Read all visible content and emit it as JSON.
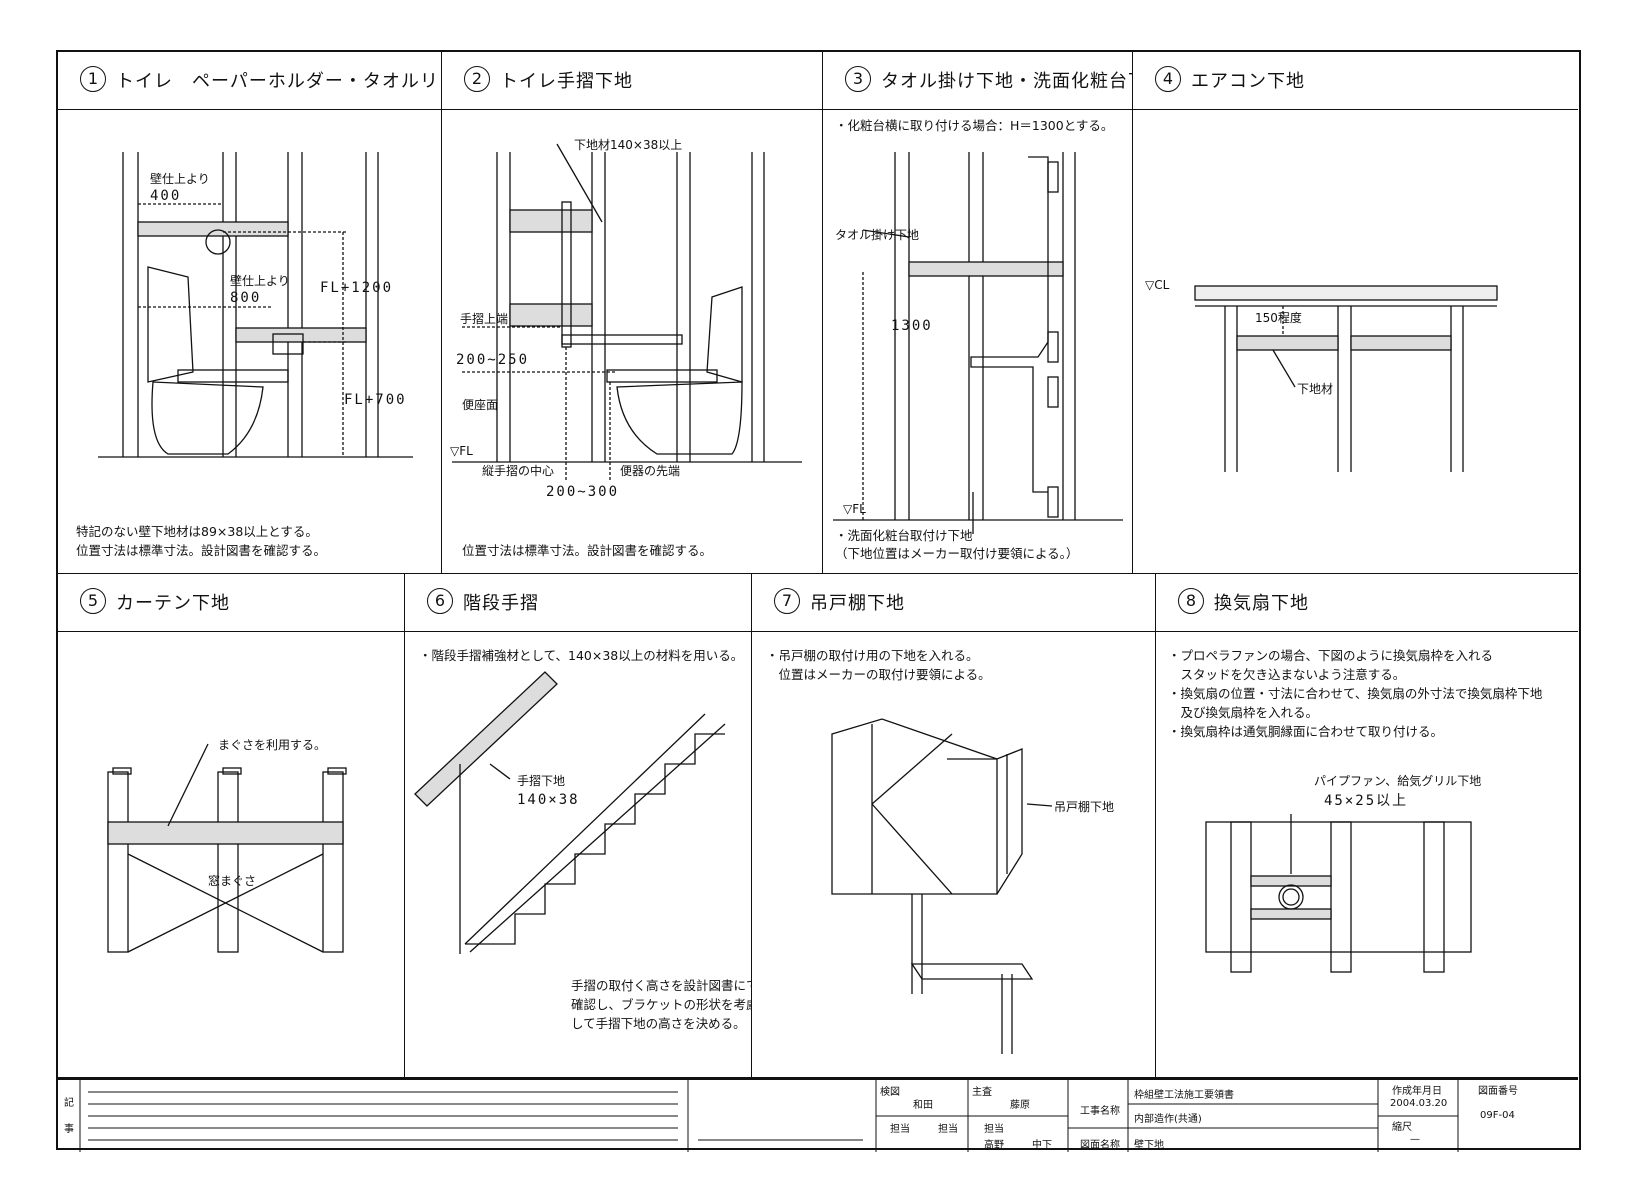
{
  "panels": [
    {
      "num": "1",
      "title": "トイレ　ペーパーホルダー・タオルリング下地",
      "notes": [
        "特記のない壁下地材は89×38以上とする。",
        "位置寸法は標準寸法。設計図書を確認する。"
      ],
      "labels": {
        "wall1": "壁仕上より",
        "d400": "400",
        "wall2": "壁仕上より",
        "d800": "800",
        "fl1200": "FL+1200",
        "fl700": "FL+700"
      }
    },
    {
      "num": "2",
      "title": "トイレ手摺下地",
      "notes": [
        "位置寸法は標準寸法。設計図書を確認する。"
      ],
      "labels": {
        "board": "下地材140×38以上",
        "top": "手摺上端",
        "d200250": "200~250",
        "seat": "便座面",
        "fl": "▽FL",
        "center": "縦手摺の中心",
        "tip": "便器の先端",
        "d200300": "200~300"
      }
    },
    {
      "num": "3",
      "title": "タオル掛け下地・洗面化粧台下地",
      "notes": [
        "・化粧台横に取り付ける場合：H＝1300とする。"
      ],
      "labels": {
        "towel": "タオル掛け下地",
        "d1300": "1300",
        "fl": "▽FL",
        "vanity": "・洗面化粧台取付け下地",
        "vanity2": "（下地位置はメーカー取付け要領による。）"
      }
    },
    {
      "num": "4",
      "title": "エアコン下地",
      "labels": {
        "cl": "▽CL",
        "d150": "150程度",
        "base": "下地材"
      }
    },
    {
      "num": "5",
      "title": "カーテン下地",
      "labels": {
        "magusa": "まぐさを利用する。",
        "window": "窓まぐさ"
      }
    },
    {
      "num": "6",
      "title": "階段手摺",
      "notes": [
        "・階段手摺補強材として、140×38以上の材料を用いる。"
      ],
      "labels": {
        "base": "手摺下地",
        "size": "140×38",
        "n1": "手摺の取付く高さを設計図書にて",
        "n2": "確認し、ブラケットの形状を考慮",
        "n3": "して手摺下地の高さを決める。"
      }
    },
    {
      "num": "7",
      "title": "吊戸棚下地",
      "notes": [
        "・吊戸棚の取付け用の下地を入れる。",
        "　位置はメーカーの取付け要領による。"
      ],
      "labels": {
        "base": "吊戸棚下地"
      }
    },
    {
      "num": "8",
      "title": "換気扇下地",
      "notes": [
        "・プロペラファンの場合、下図のように換気扇枠を入れる",
        "　スタッドを欠き込まないよう注意する。",
        "・換気扇の位置・寸法に合わせて、換気扇の外寸法で換気扇枠下地",
        "　及び換気扇枠を入れる。",
        "・換気扇枠は通気胴縁面に合わせて取り付ける。"
      ],
      "labels": {
        "pipe": "パイプファン、給気グリル下地",
        "size": "45×25以上"
      }
    }
  ],
  "title_block": {
    "ki": "記",
    "ji": "事",
    "kenzu": "検図",
    "wada": "和田",
    "shusa": "主査",
    "fujiwara": "藤原",
    "tanto1": "担当",
    "tanto2": "担当",
    "tanto3": "担当",
    "takano": "高野",
    "nakashita": "中下",
    "koji_label": "工事名称",
    "koji1": "枠組壁工法施工要領書",
    "koji2": "内部造作(共通)",
    "zumen_label": "図面名称",
    "zumen": "壁下地",
    "date_label": "作成年月日",
    "date": "2004.03.20",
    "scale_label": "縮尺",
    "scale": "—",
    "no_label": "図面番号",
    "no": "09F-04"
  }
}
